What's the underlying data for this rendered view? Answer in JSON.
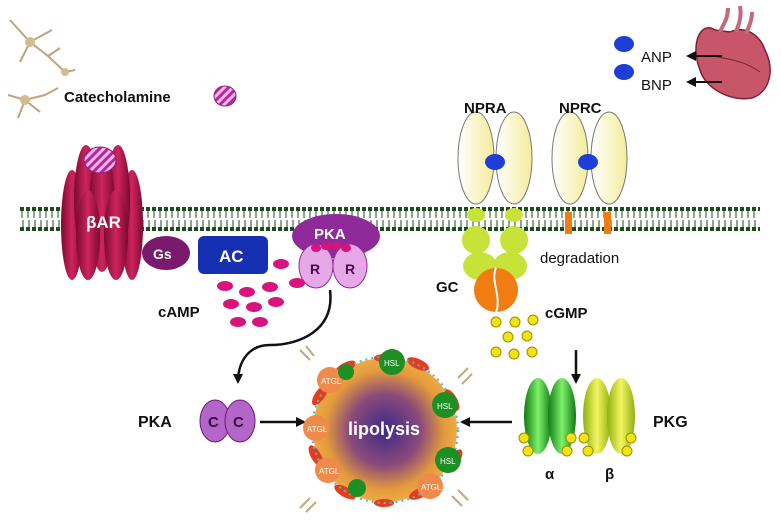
{
  "labels": {
    "catecholamine": "Catecholamine",
    "anp": "ANP",
    "bnp": "BNP",
    "npra": "NPRA",
    "nprc": "NPRC",
    "beta_ar": "βAR",
    "gs": "Gs",
    "ac": "AC",
    "pka_top": "PKA",
    "r1": "R",
    "r2": "R",
    "camp": "cAMP",
    "gc": "GC",
    "cgmp": "cGMP",
    "degradation": "degradation",
    "pka_left": "PKA",
    "c1": "C",
    "c2": "C",
    "lipolysis": "lipolysis",
    "pkg": "PKG",
    "alpha": "α",
    "beta": "β",
    "enzymes": [
      "ATGL",
      "HSL",
      "ATGL",
      "HSL",
      "ATGL",
      "HSL",
      "ATGL"
    ]
  },
  "colors": {
    "membrane": "#1d4d1d",
    "beta_ar": "#b0104a",
    "gs": "#7a1a6e",
    "ac": "#1530b0",
    "pka": "#8e2a9a",
    "camp_dot": "#d8147c",
    "cgmp_dot": "#f2e311",
    "receptor": "#fbf7c4",
    "ligand_blue": "#1d3fd8",
    "gc_orange": "#f07c12",
    "gc_green": "#c7e33a",
    "pkg_green": "#2fc02f",
    "pkg_yellow": "#d9ea22",
    "lipid_orange": "#f5a340",
    "lipid_purple": "#3b2a86",
    "hsl_green": "#1e8f22",
    "atgl_orange": "#f08a4a"
  }
}
